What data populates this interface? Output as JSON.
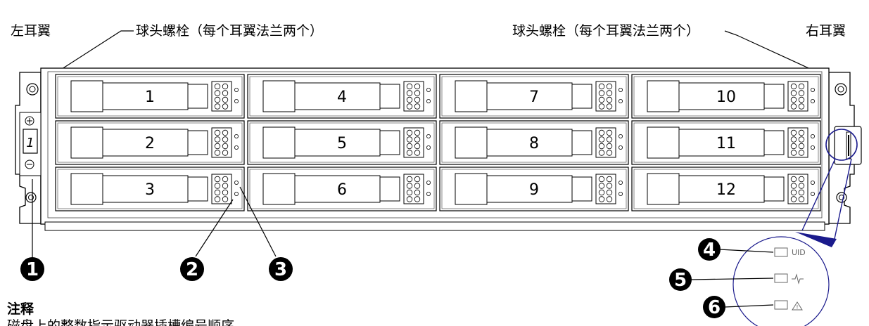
{
  "labels": {
    "left_ear": "左耳翼",
    "right_ear": "右耳翼",
    "ball_bolt_left": "球头螺栓（每个耳翼法兰两个）",
    "ball_bolt_right": "球头螺栓（每个耳翼法兰两个）"
  },
  "bays": [
    "1",
    "4",
    "7",
    "10",
    "2",
    "5",
    "8",
    "11",
    "3",
    "6",
    "9",
    "12"
  ],
  "display_digit": "1",
  "callouts": [
    "1",
    "2",
    "3",
    "4",
    "5",
    "6"
  ],
  "leds": [
    {
      "label": "UID",
      "icon": "uid-icon"
    },
    {
      "label": "",
      "icon": "heartbeat-icon"
    },
    {
      "label": "",
      "icon": "warning-icon"
    }
  ],
  "note": {
    "title": "注释",
    "body": "磁盘上的整数指示驱动器插槽编号顺序"
  }
}
